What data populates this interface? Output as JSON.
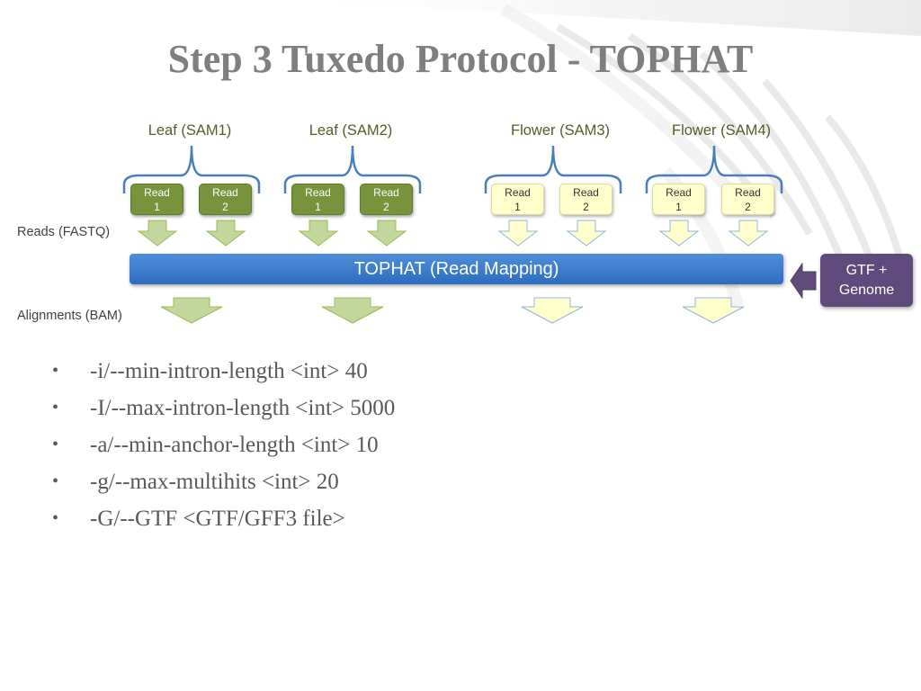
{
  "title": "Step 3 Tuxedo Protocol - TOPHAT",
  "samples": [
    {
      "label": "Leaf (SAM1)",
      "kind": "leaf"
    },
    {
      "label": "Leaf (SAM2)",
      "kind": "leaf"
    },
    {
      "label": "Flower (SAM3)",
      "kind": "flower"
    },
    {
      "label": "Flower (SAM4)",
      "kind": "flower"
    }
  ],
  "reads": {
    "read1": {
      "line1": "Read",
      "line2": "1"
    },
    "read2": {
      "line1": "Read",
      "line2": "2"
    }
  },
  "row_labels": {
    "reads": "Reads (FASTQ)",
    "alignments": "Alignments (BAM)"
  },
  "tophat": {
    "label": "TOPHAT (Read Mapping)"
  },
  "gtf": {
    "line1": "GTF +",
    "line2": "Genome"
  },
  "bullets": [
    "-i/--min-intron-length <int>  40",
    "-I/--max-intron-length <int> 5000",
    "-a/--min-anchor-length <int> 10",
    "-g/--max-multihits <int> 20",
    "-G/--GTF <GTF/GFF3 file>"
  ],
  "colors": {
    "leaf": "#77933c",
    "flower": "#ffffcc",
    "tophat": "#3b7dd0",
    "gtf": "#604a7b",
    "bracket": "#4a7ebb",
    "sample_label": "#4e6128"
  }
}
